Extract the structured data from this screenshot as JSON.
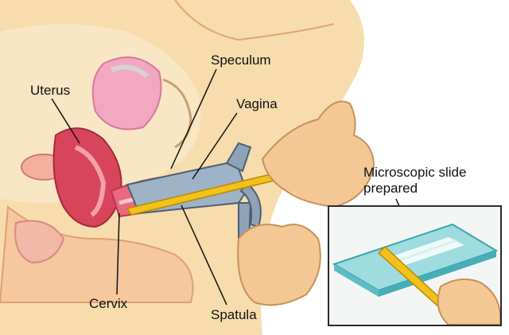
{
  "labels": {
    "speculum": "Speculum",
    "vagina": "Vagina",
    "uterus": "Uterus",
    "cervix": "Cervix",
    "spatula": "Spatula",
    "slide_line1": "Microscopic slide",
    "slide_line2": "prepared"
  },
  "colors": {
    "skin": "#f6d9a8",
    "tissue_pink": "#f0a8b0",
    "uterus_red": "#d8455a",
    "spatula_yellow": "#f2c21a",
    "speculum_steel": "#8fa3b8",
    "slide_glass": "#7fd3d9",
    "hand": "#f3c894"
  },
  "icons": [
    "speculum-icon",
    "spatula-icon",
    "glove-hand-icon",
    "microscope-slide-icon"
  ]
}
